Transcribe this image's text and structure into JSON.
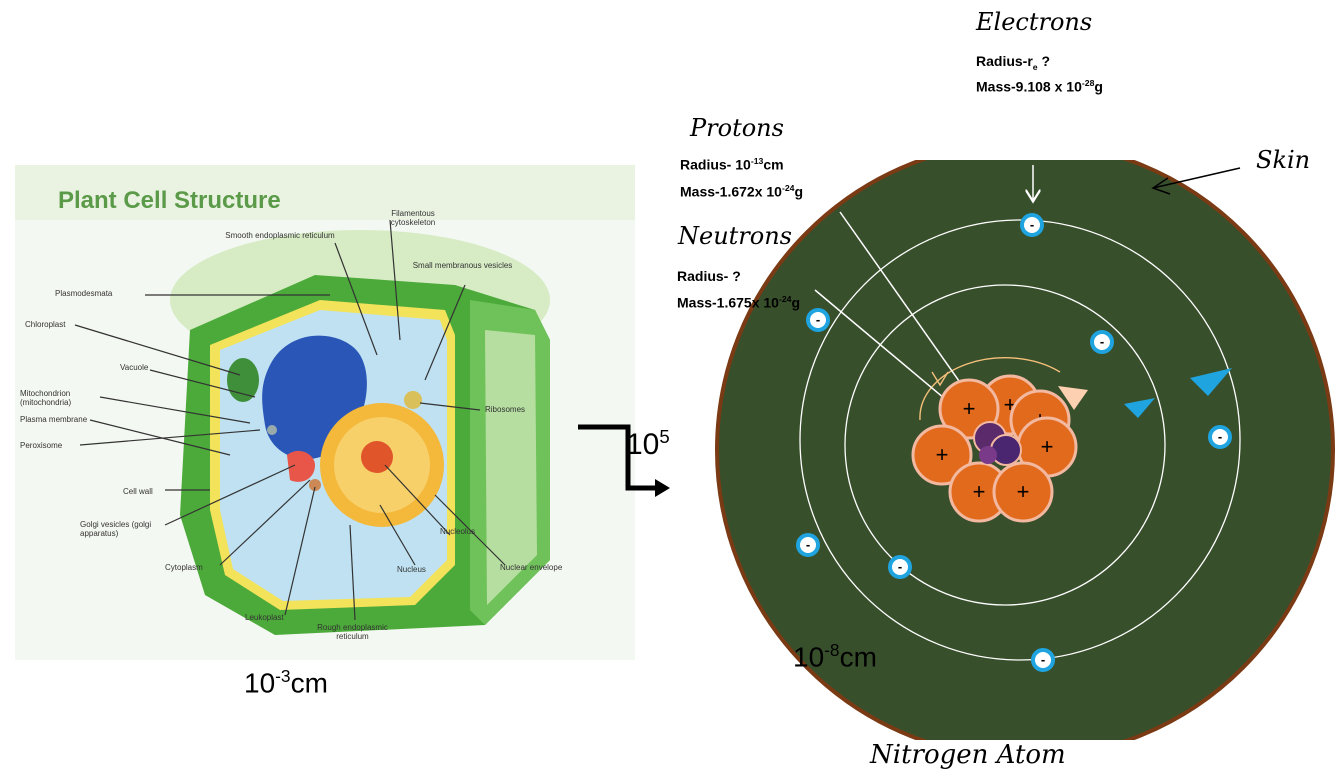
{
  "cell": {
    "title": "Plant Cell Structure",
    "labels": {
      "filamentous": "Filamentous cytoskeleton",
      "smooth_er": "Smooth endoplasmic reticulum",
      "small_vesicles": "Small membranous vesicles",
      "plasmodesmata": "Plasmodesmata",
      "chloroplast": "Chloroplast",
      "vacuole": "Vacuole",
      "mitochondrion": "Mitochondrion (mitochondria)",
      "plasma_membrane": "Plasma membrane",
      "peroxisome": "Peroxisome",
      "cell_wall": "Cell wall",
      "golgi": "Golgi vesicles (golgi apparatus)",
      "cytoplasm": "Cytoplasm",
      "leukoplast": "Leukoplast",
      "rough_er": "Rough endoplasmic reticulum",
      "nucleus": "Nucleus",
      "nucleolus": "Nucleolus",
      "nuclear_envelope": "Nuclear envelope",
      "ribosomes": "Ribosomes"
    },
    "scale_base": "10",
    "scale_exp": "-3",
    "scale_unit": "cm"
  },
  "ratio": {
    "base": "10",
    "exp": "5"
  },
  "atom": {
    "title": "Nitrogen Atom",
    "skin": "Skin",
    "scale_base": "10",
    "scale_exp": "-8",
    "scale_unit": "cm",
    "electron_symbol": "-",
    "proton_symbol": "+",
    "electrons": {
      "header": "Electrons",
      "radius_prefix": "Radius-r",
      "radius_sub": "e",
      "radius_suffix": " ?",
      "mass_prefix": "Mass-9.108 x 10",
      "mass_exp": "-28",
      "mass_unit": "g"
    },
    "protons": {
      "header": "Protons",
      "radius_prefix": "Radius- 10",
      "radius_exp": "-13",
      "radius_unit": "cm",
      "mass_prefix": "Mass-1.672x 10",
      "mass_exp": "-24",
      "mass_unit": "g"
    },
    "neutrons": {
      "header": "Neutrons",
      "radius_text": "Radius- ?",
      "mass_prefix": "Mass-1.675x 10",
      "mass_exp": "-24",
      "mass_unit": "g"
    },
    "colors": {
      "atom_fill": "#384f2c",
      "atom_border": "#7a3a14",
      "proton_fill": "#e26a1c",
      "proton_stroke": "#f2b8a0",
      "electron_ring": "#1fa4e0",
      "orbit_arrow": "#1fa4e0"
    }
  }
}
